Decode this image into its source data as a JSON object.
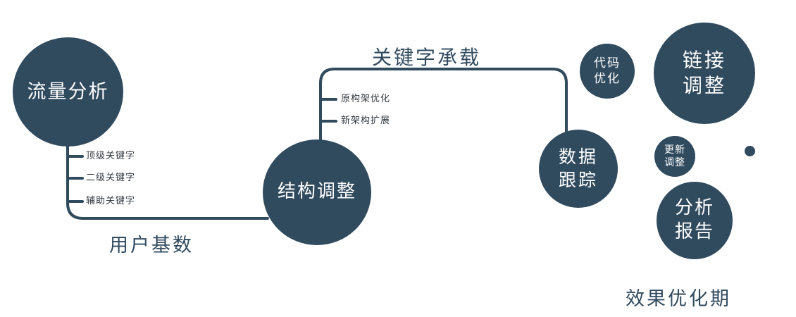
{
  "colors": {
    "primary": "#304a5e",
    "background": "#ffffff",
    "branch_text": "#333a40"
  },
  "nodes": {
    "traffic": {
      "label": "流量分析"
    },
    "structure": {
      "label": "结构调整"
    },
    "tracking": {
      "line1": "数据",
      "line2": "跟踪"
    },
    "code": {
      "line1": "代码",
      "line2": "优化"
    },
    "link": {
      "line1": "链接",
      "line2": "调整"
    },
    "update": {
      "line1": "更新",
      "line2": "调整"
    },
    "report": {
      "line1": "分析",
      "line2": "报告"
    }
  },
  "edge_labels": {
    "keyword_load": "关键字承载",
    "user_base": "用户基数"
  },
  "branches": {
    "traffic": [
      "顶级关键字",
      "二级关键字",
      "辅助关键字"
    ],
    "structure": [
      "原构架优化",
      "新架构扩展"
    ]
  },
  "caption": "效果优化期"
}
